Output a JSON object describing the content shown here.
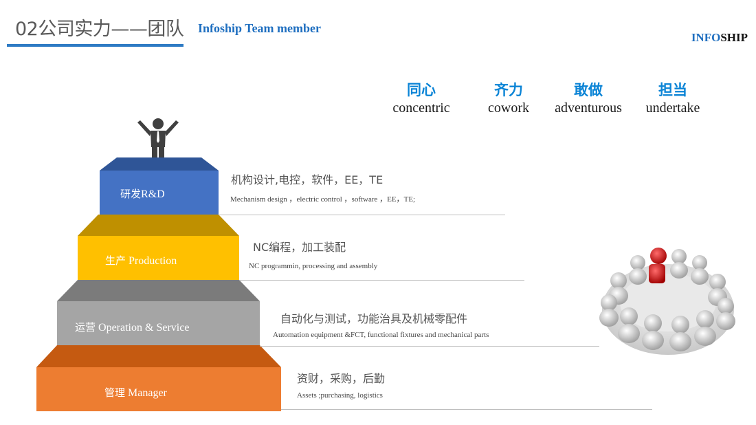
{
  "header": {
    "title": "02公司实力——团队",
    "subtitle": "Infoship Team member",
    "brand_part1": "INFO",
    "brand_part2": "SHIP"
  },
  "values": [
    {
      "cn": "同心",
      "en": "concentric"
    },
    {
      "cn": "齐力",
      "en": "cowork"
    },
    {
      "cn": "敢做",
      "en": "adventurous"
    },
    {
      "cn": "担当",
      "en": "undertake"
    }
  ],
  "tiers": [
    {
      "label_cn": "研发",
      "label_en": "R&D",
      "desc_cn": "机构设计,电控，软件，EE，TE",
      "desc_en": "Mechanism design ，electric control ，software ，EE，TE;",
      "front_color": "#4472c4",
      "top_color": "#2f5597"
    },
    {
      "label_cn": "生产",
      "label_en": "Production",
      "desc_cn": "NC编程，加工装配",
      "desc_en": "NC programmin, processing and assembly",
      "front_color": "#ffc000",
      "top_color": "#bf9000"
    },
    {
      "label_cn": "运营",
      "label_en": "Operation & Service",
      "desc_cn": "自动化与测试，功能治具及机械零配件",
      "desc_en": "Automation equipment &FCT, functional fixtures and mechanical parts",
      "front_color": "#a5a5a5",
      "top_color": "#7b7b7b"
    },
    {
      "label_cn": "管理",
      "label_en": "Manager",
      "desc_cn": "资财，采购，后勤",
      "desc_en": "Assets ;purchasing, logistics",
      "front_color": "#ed7d31",
      "top_color": "#c55a11"
    }
  ]
}
